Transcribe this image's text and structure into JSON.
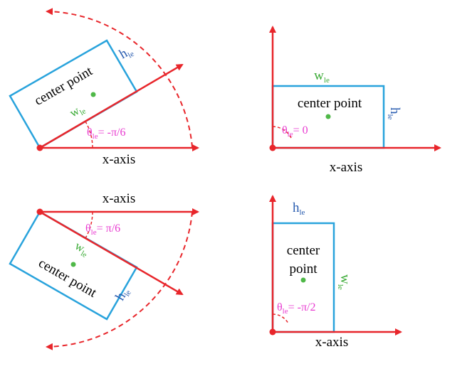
{
  "colors": {
    "axis": "#e8262b",
    "box": "#29a3dc",
    "height_label": "#2a5db0",
    "width_label": "#3aaa35",
    "angle_label": "#e83ad0",
    "center_dot": "#4fb848",
    "text": "#000000"
  },
  "panels": [
    {
      "id": "top-left",
      "center_text": "center point",
      "axis_label": "x-axis",
      "h_main": "h",
      "h_sub": "le",
      "w_main": "w",
      "w_sub": "le",
      "theta_main": "θ",
      "theta_sub": "le",
      "theta_value": "= -π/6"
    },
    {
      "id": "top-right",
      "center_text": "center point",
      "axis_label": "x-axis",
      "h_main": "h",
      "h_sub": "le",
      "w_main": "w",
      "w_sub": "le",
      "theta_main": "θ",
      "theta_sub": "le",
      "theta_value": "= 0"
    },
    {
      "id": "bottom-left",
      "center_text": "center point",
      "axis_label": "x-axis",
      "h_main": "h",
      "h_sub": "le",
      "w_main": "w",
      "w_sub": "le",
      "theta_main": "θ",
      "theta_sub": "le",
      "theta_value": "= π/6"
    },
    {
      "id": "bottom-right",
      "center_line1": "center",
      "center_line2": "point",
      "axis_label": "x-axis",
      "h_main": "h",
      "h_sub": "le",
      "w_main": "w",
      "w_sub": "le",
      "theta_main": "θ",
      "theta_sub": "le",
      "theta_value": "= -π/2"
    }
  ]
}
